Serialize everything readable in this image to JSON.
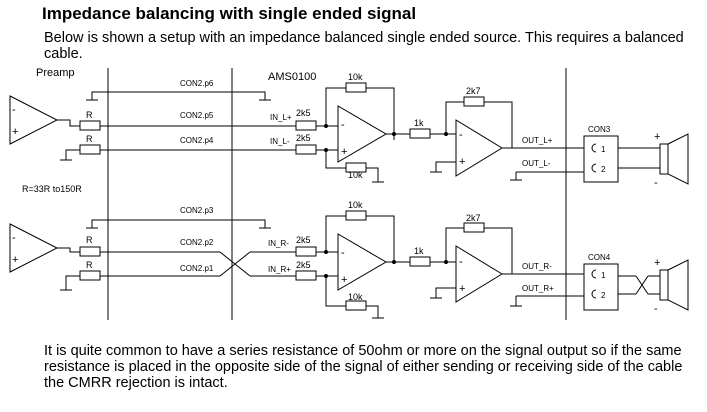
{
  "title": "Impedance balancing with single ended signal",
  "intro": "Below is shown a setup with an impedance balanced single ended source. This requires a balanced cable.",
  "outro": "It is quite common to have a series resistance of 50ohm or more on the signal output so if the same resistance is placed in the opposite side of the signal of either sending or receiving side of the cable the CMRR rejection is intact.",
  "schematic": {
    "preamp_label": "Preamp",
    "chip_label": "AMS0100",
    "r_note": "R=33R to150R",
    "resistor_R": "R",
    "r_feedback": "10k",
    "r_input": "2k5",
    "r_1k": "1k",
    "r_2k7": "2k7",
    "plus": "+",
    "minus": "-",
    "top": {
      "con_p6": "CON2.p6",
      "con_p5": "CON2.p5",
      "con_p4": "CON2.p4",
      "in_plus": "IN_L+",
      "in_minus": "IN_L-",
      "out_plus": "OUT_L+",
      "out_minus": "OUT_L-",
      "connector": "CON3"
    },
    "bottom": {
      "con_p3": "CON2.p3",
      "con_p2": "CON2.p2",
      "con_p1": "CON2.p1",
      "in_minus": "IN_R-",
      "in_plus": "IN_R+",
      "out_minus": "OUT_R-",
      "out_plus": "OUT_R+",
      "connector": "CON4"
    },
    "pin1": "1",
    "pin2": "2"
  }
}
